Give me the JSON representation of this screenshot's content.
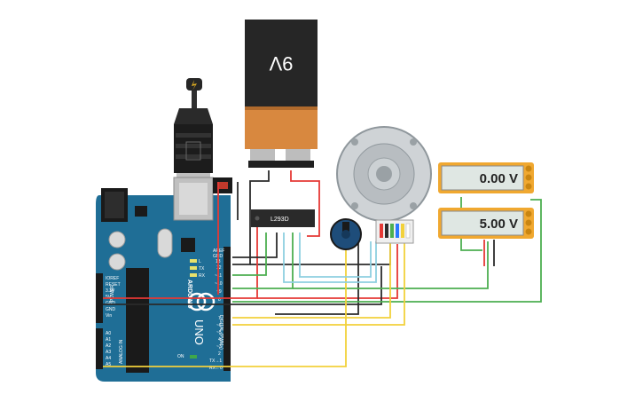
{
  "battery": {
    "label": "9V"
  },
  "driver_chip": {
    "label": "L293D"
  },
  "meters": [
    {
      "value": "0.00 V"
    },
    {
      "value": "5.00 V"
    }
  ],
  "arduino": {
    "brand": "ARDUINO",
    "model": "UNO",
    "digital_header": "DIGITAL (PWM~)",
    "power_header": "POWER",
    "analog_header": "ANALOG IN",
    "power_pins": [
      "IOREF",
      "RESET",
      "3.3V",
      "5V",
      "GND",
      "GND",
      "Vin"
    ],
    "analog_pins": [
      "A0",
      "A1",
      "A2",
      "A3",
      "A4",
      "A5"
    ],
    "top_pins": [
      "AREF",
      "GND",
      "13"
    ],
    "digital_pins": [
      "12",
      "~11",
      "~10",
      "~9",
      "8",
      "7",
      "~6",
      "~5",
      "4",
      "~3",
      "2",
      "TX→1",
      "RX←0"
    ],
    "on_label": "ON",
    "led_labels": [
      "L",
      "TX",
      "RX"
    ]
  },
  "colors": {
    "board": "#1f6e96",
    "wire_red": "#e53935",
    "wire_black": "#2b2b2b",
    "wire_green": "#4caf50",
    "wire_yellow": "#f2d13b",
    "wire_cyan": "#8ecfe0",
    "meter_frame": "#f0a830",
    "meter_screen": "#dfe7e3"
  }
}
